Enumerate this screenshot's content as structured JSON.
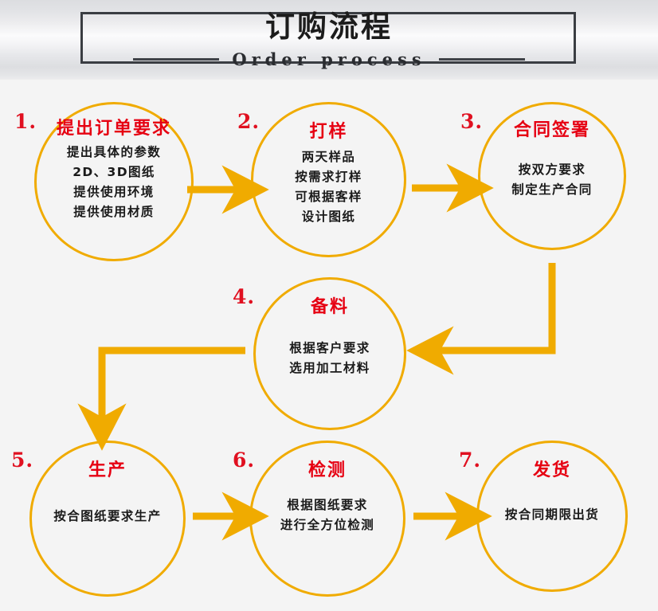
{
  "header": {
    "title_cn": "订购流程",
    "title_en": "Order process"
  },
  "theme": {
    "accent": "#f0ab00",
    "title_red": "#e60012",
    "frame_dark": "#3a3d42",
    "background": "#f4f4f4"
  },
  "flow": {
    "nodes": [
      {
        "number": "1.",
        "title": "提出订单要求",
        "lines": [
          "提出具体的参数",
          "2D、3D图纸",
          "提供使用环境",
          "提供使用材质"
        ]
      },
      {
        "number": "2.",
        "title": "打样",
        "lines": [
          "两天样品",
          "按需求打样",
          "可根据客样",
          "设计图纸"
        ]
      },
      {
        "number": "3.",
        "title": "合同签署",
        "lines": [
          "按双方要求",
          "制定生产合同"
        ]
      },
      {
        "number": "4.",
        "title": "备料",
        "lines": [
          "根据客户要求",
          "选用加工材料"
        ]
      },
      {
        "number": "5.",
        "title": "生产",
        "lines": [
          "按合图纸要求生产"
        ]
      },
      {
        "number": "6.",
        "title": "检测",
        "lines": [
          "根据图纸要求",
          "进行全方位检测"
        ]
      },
      {
        "number": "7.",
        "title": "发货",
        "lines": [
          "按合同期限出货"
        ]
      }
    ],
    "connectors": [
      {
        "name": "arrow-1-to-2",
        "direction": "right"
      },
      {
        "name": "arrow-2-to-3",
        "direction": "right"
      },
      {
        "name": "arrow-3-to-4",
        "direction": "elbow-down-left"
      },
      {
        "name": "arrow-4-to-5",
        "direction": "elbow-left-down"
      },
      {
        "name": "arrow-5-to-6",
        "direction": "right"
      },
      {
        "name": "arrow-6-to-7",
        "direction": "right"
      }
    ]
  }
}
